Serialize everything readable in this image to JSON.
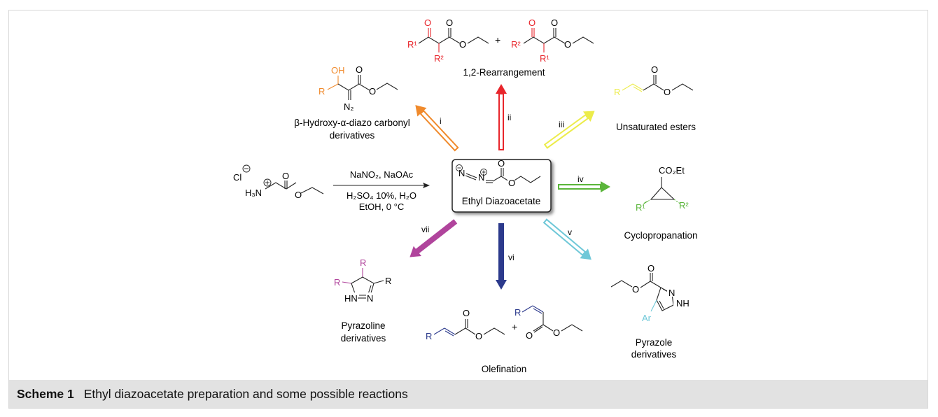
{
  "caption": {
    "label": "Scheme 1",
    "text": "Ethyl diazoacetate preparation and some possible reactions"
  },
  "center": {
    "label": "Ethyl Diazoacetate",
    "n_minus": "N",
    "n_plus": "N",
    "o": "O"
  },
  "reagent": {
    "cl": "Cl",
    "h3n": "H₃N",
    "o1": "O",
    "o2": "O"
  },
  "conditions": {
    "line1": "NaNO₂, NaOAc",
    "line2": "H₂SO₄ 10%,  H₂O",
    "line3": "EtOH, 0 °C"
  },
  "arrows": {
    "i": "i",
    "ii": "ii",
    "iii": "iii",
    "iv": "iv",
    "v": "v",
    "vi": "vi",
    "vii": "vii"
  },
  "products": {
    "hydroxy": {
      "label1": "β-Hydroxy-α-diazo carbonyl",
      "label2": "derivatives",
      "oh": "OH",
      "r": "R",
      "n2": "N₂",
      "o1": "O",
      "o2": "O"
    },
    "rearr": {
      "label": "1,2-Rearrangement",
      "plus": "+",
      "r1a": "R¹",
      "r2a": "R²",
      "r2b": "R²",
      "r1b": "R¹",
      "o": "O"
    },
    "unsat": {
      "label": "Unsaturated esters",
      "r": "R",
      "o": "O"
    },
    "cyclo": {
      "label": "Cyclopropanation",
      "co2et": "CO₂Et",
      "r1": "R¹",
      "r2": "R²"
    },
    "pyrazole": {
      "label1": "Pyrazole",
      "label2": "derivatives",
      "ar": "Ar",
      "n": "N",
      "nh": "NH",
      "o": "O"
    },
    "olefin": {
      "label": "Olefination",
      "plus": "+",
      "r1": "R",
      "r2": "R",
      "o": "O"
    },
    "pyrazoline": {
      "label1": "Pyrazoline",
      "label2": "derivatives",
      "r": "R",
      "hn": "HN",
      "n": "N"
    }
  },
  "colors": {
    "orange": "#f08a2c",
    "red": "#e8252b",
    "yellow": "#ecec4a",
    "green": "#5ab53a",
    "cyan": "#6fc8d8",
    "navy": "#2c3a8c",
    "purple": "#b0449c"
  }
}
